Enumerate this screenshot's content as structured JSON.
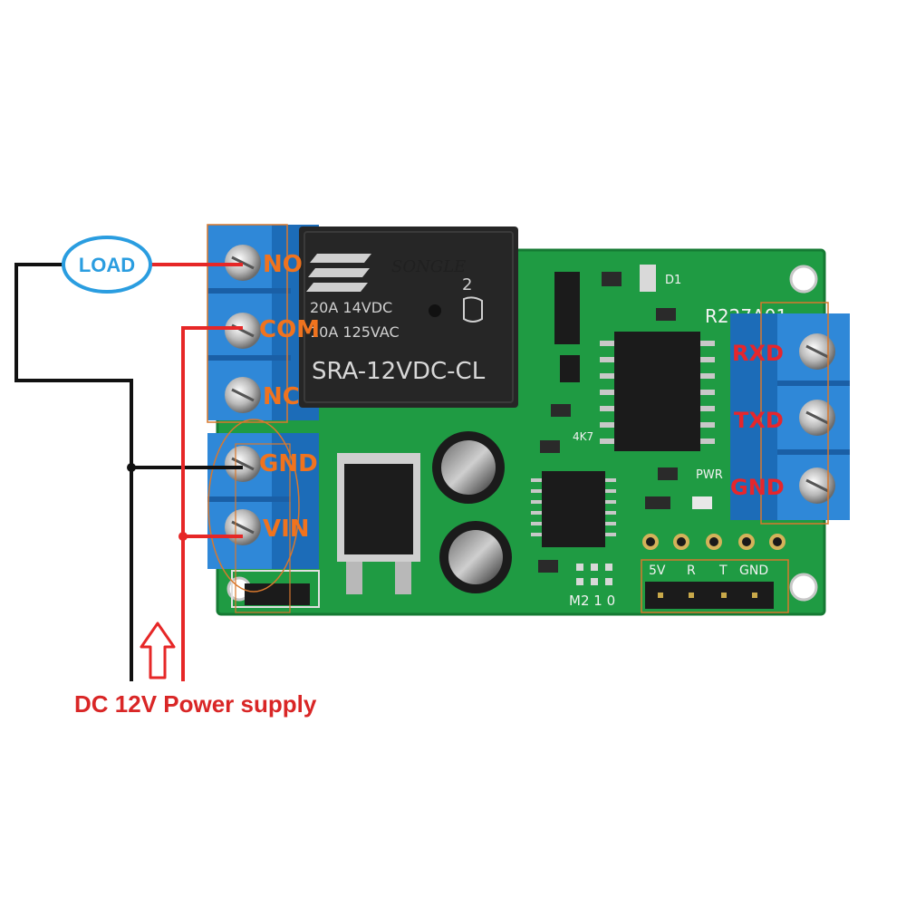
{
  "colors": {
    "pcb": "#1f9b43",
    "pcb_dark": "#157a33",
    "terminal_blue": "#2f88d8",
    "terminal_blue_dark": "#1c6cb8",
    "relay_body": "#262626",
    "label_orange": "#f0731e",
    "label_red": "#e6262c",
    "wire_red": "#e62727",
    "wire_black": "#111111",
    "caption_red": "#d92626",
    "load_blue": "#2a9de0"
  },
  "load_label": "LOAD",
  "caption": "DC 12V Power supply",
  "relay": {
    "brand": "SONGLE",
    "rating_1": "20A 14VDC",
    "rating_2": "10A 125VAC",
    "model": "SRA-12VDC-CL",
    "mark": "2"
  },
  "left_terminals": [
    {
      "label": "NO"
    },
    {
      "label": "COM"
    },
    {
      "label": "NC"
    },
    {
      "label": "GND"
    },
    {
      "label": "VIN"
    }
  ],
  "right_terminals": [
    {
      "label": "RXD"
    },
    {
      "label": "TXD"
    },
    {
      "label": "GND"
    }
  ],
  "silkscreen": {
    "board_id": "R227A01",
    "d1": "D1",
    "pwr": "PWR",
    "res_4k7": "4K7",
    "mode_row": "M2  1  0",
    "header_5v": "5V",
    "header_r": "R",
    "header_t": "T",
    "header_gnd": "GND"
  }
}
